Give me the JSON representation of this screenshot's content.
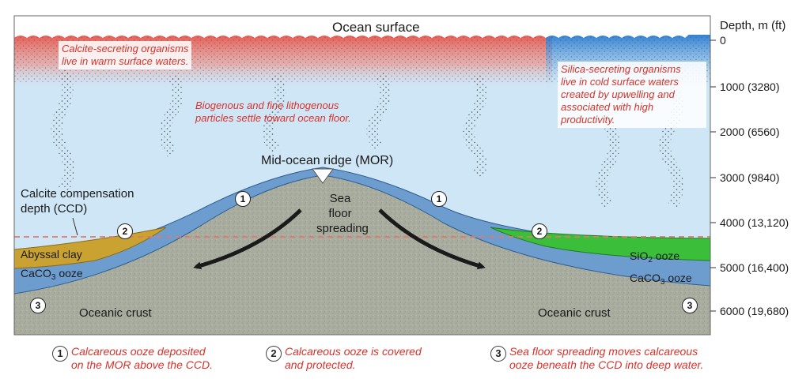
{
  "labels": {
    "ocean_surface": "Ocean surface",
    "depth_header": "Depth, m (ft)",
    "calcite_organisms": [
      "Calcite-secreting organisms",
      "live in warm surface waters."
    ],
    "biogenous": [
      "Biogenous and fine lithogenous",
      "particles settle toward ocean floor."
    ],
    "silica_organisms": [
      "Silica-secreting organisms",
      "live in cold surface waters",
      "created by upwelling and",
      "associated with high",
      "productivity."
    ],
    "mor": "Mid-ocean ridge (MOR)",
    "ccd": [
      "Calcite compensation",
      "depth (CCD)"
    ],
    "sea_floor_spreading": [
      "Sea",
      "floor",
      "spreading"
    ],
    "abyssal_clay": "Abyssal clay",
    "caco3_left": {
      "prefix": "CaCO",
      "sub": "3",
      "suffix": " ooze"
    },
    "caco3_right": {
      "prefix": "CaCO",
      "sub": "3",
      "suffix": " ooze"
    },
    "sio2": {
      "prefix": "SiO",
      "sub": "2",
      "suffix": " ooze"
    },
    "oceanic_crust_left": "Oceanic crust",
    "oceanic_crust_right": "Oceanic crust"
  },
  "depth_ticks": [
    "0",
    "1000 (3280)",
    "2000 (6560)",
    "3000 (9840)",
    "4000 (13,120)",
    "5000 (16,400)",
    "6000 (19,680)"
  ],
  "markers": {
    "one": "1",
    "two": "2",
    "three": "3"
  },
  "captions": [
    {
      "num": "1",
      "lines": [
        "Calcareous ooze deposited",
        "on the MOR above the CCD."
      ]
    },
    {
      "num": "2",
      "lines": [
        "Calcareous ooze is covered",
        "and protected."
      ]
    },
    {
      "num": "3",
      "lines": [
        "Sea floor spreading moves calcareous",
        "ooze beneath the CCD into deep water."
      ]
    }
  ],
  "colors": {
    "water": "#cfe6f6",
    "warm_surface": "#e8554a",
    "cold_surface": "#2b7dd0",
    "crust": "#a9ad9f",
    "caco3": "#6d9ccf",
    "abyssal_clay": "#c9a232",
    "sio2": "#3bbf3a",
    "ccd_line": "#e07a6a",
    "red_text": "#d8322a"
  }
}
